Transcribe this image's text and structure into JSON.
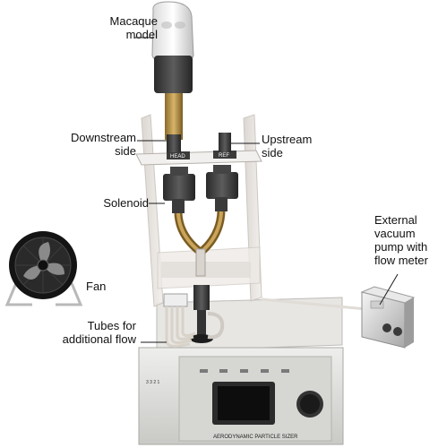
{
  "labels": {
    "macaque": [
      "Macaque",
      "model"
    ],
    "downstream": [
      "Downstream",
      "side"
    ],
    "upstream": [
      "Upstream",
      "side"
    ],
    "solenoid": "Solenoid",
    "fan": "Fan",
    "tubes": [
      "Tubes for",
      "additional flow"
    ],
    "pump": [
      "External",
      "vacuum",
      "pump with",
      "flow meter"
    ]
  },
  "plate": {
    "head": "HEAD",
    "ref": "REF"
  },
  "device": {
    "name": "AERODYNAMIC PARTICLE SIZER",
    "side_digits": "3 3 2 1"
  }
}
